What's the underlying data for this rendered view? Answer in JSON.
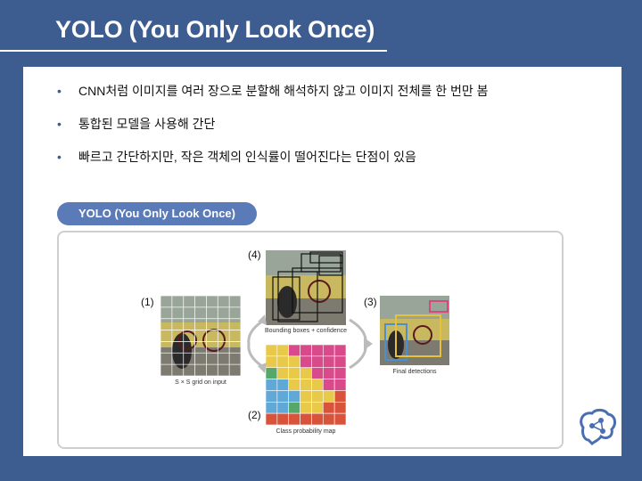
{
  "slide": {
    "title": "YOLO (You Only Look Once)",
    "bullets": [
      "CNN처럼 이미지를 여러 장으로 분할해 해석하지 않고 이미지 전체를 한 번만 봄",
      "통합된 모델을 사용해 간단",
      "빠르고 간단하지만, 작은 객체의 인식률이 떨어진다는 단점이 있음"
    ],
    "figure_label": "YOLO (You Only Look Once)"
  },
  "figure": {
    "step_labels": [
      "(1)",
      "(2)",
      "(3)",
      "(4)"
    ],
    "captions": {
      "grid": "S × S grid on input",
      "boxes": "Bounding boxes + confidence",
      "class_map": "Class probability map",
      "final": "Final detections"
    },
    "class_map_colors": [
      "#d94a8a",
      "#e8c94a",
      "#5fa8d8",
      "#55a86a",
      "#d9533a"
    ]
  },
  "icons": [
    "brain-logo-icon"
  ],
  "colors": {
    "background": "#3d5c8f",
    "pill": "#5b7ab8"
  }
}
